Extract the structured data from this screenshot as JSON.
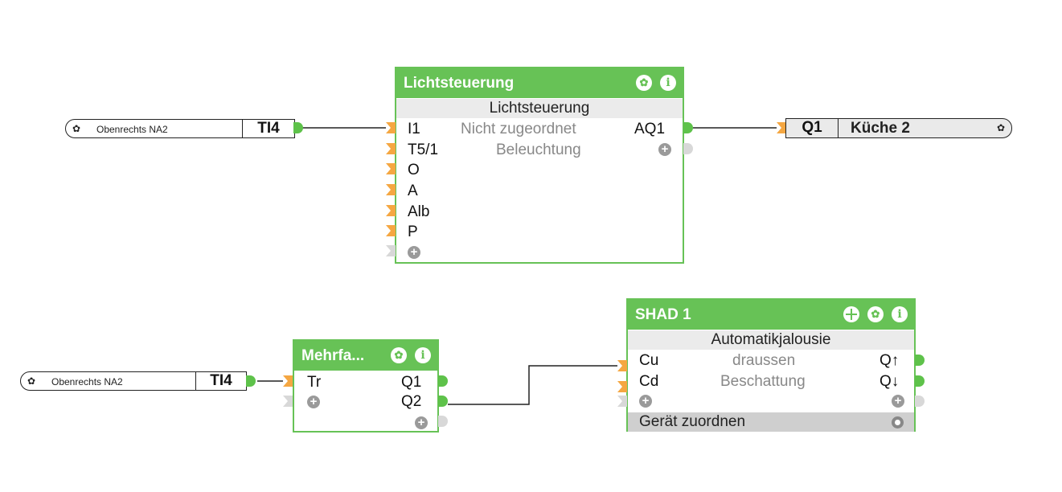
{
  "terminal_input_1": {
    "name": "Obenrechts NA2",
    "code": "TI4"
  },
  "terminal_input_2": {
    "name": "Obenrechts NA2",
    "code": "TI4"
  },
  "terminal_output_1": {
    "code": "Q1",
    "name": "Küche 2"
  },
  "block_lichtsteuerung": {
    "title": "Lichtsteuerung",
    "subtitle": "Lichtsteuerung",
    "inputs": [
      "I1",
      "T5/1",
      "O",
      "A",
      "Alb",
      "P"
    ],
    "descriptions": [
      "Nicht zugeordnet",
      "Beleuchtung"
    ],
    "outputs": [
      "AQ1"
    ]
  },
  "block_mehrfach": {
    "title": "Mehrfa...",
    "inputs": [
      "Tr"
    ],
    "outputs": [
      "Q1",
      "Q2"
    ]
  },
  "block_shad": {
    "title": "SHAD 1",
    "subtitle": "Automatikjalousie",
    "inputs": [
      "Cu",
      "Cd"
    ],
    "descriptions": [
      "draussen",
      "Beschattung"
    ],
    "outputs": [
      "Q↑",
      "Q↓"
    ],
    "footer": "Gerät zuordnen"
  },
  "icons": {
    "settings": "gear-icon",
    "info": "info-icon",
    "add": "plus-icon",
    "move": "move-icon",
    "timer": "clock-icon"
  },
  "colors": {
    "block_green": "#67c256",
    "input_orange": "#f5a742",
    "output_green": "#5ec24a",
    "inactive_grey": "#d8d8d8"
  }
}
